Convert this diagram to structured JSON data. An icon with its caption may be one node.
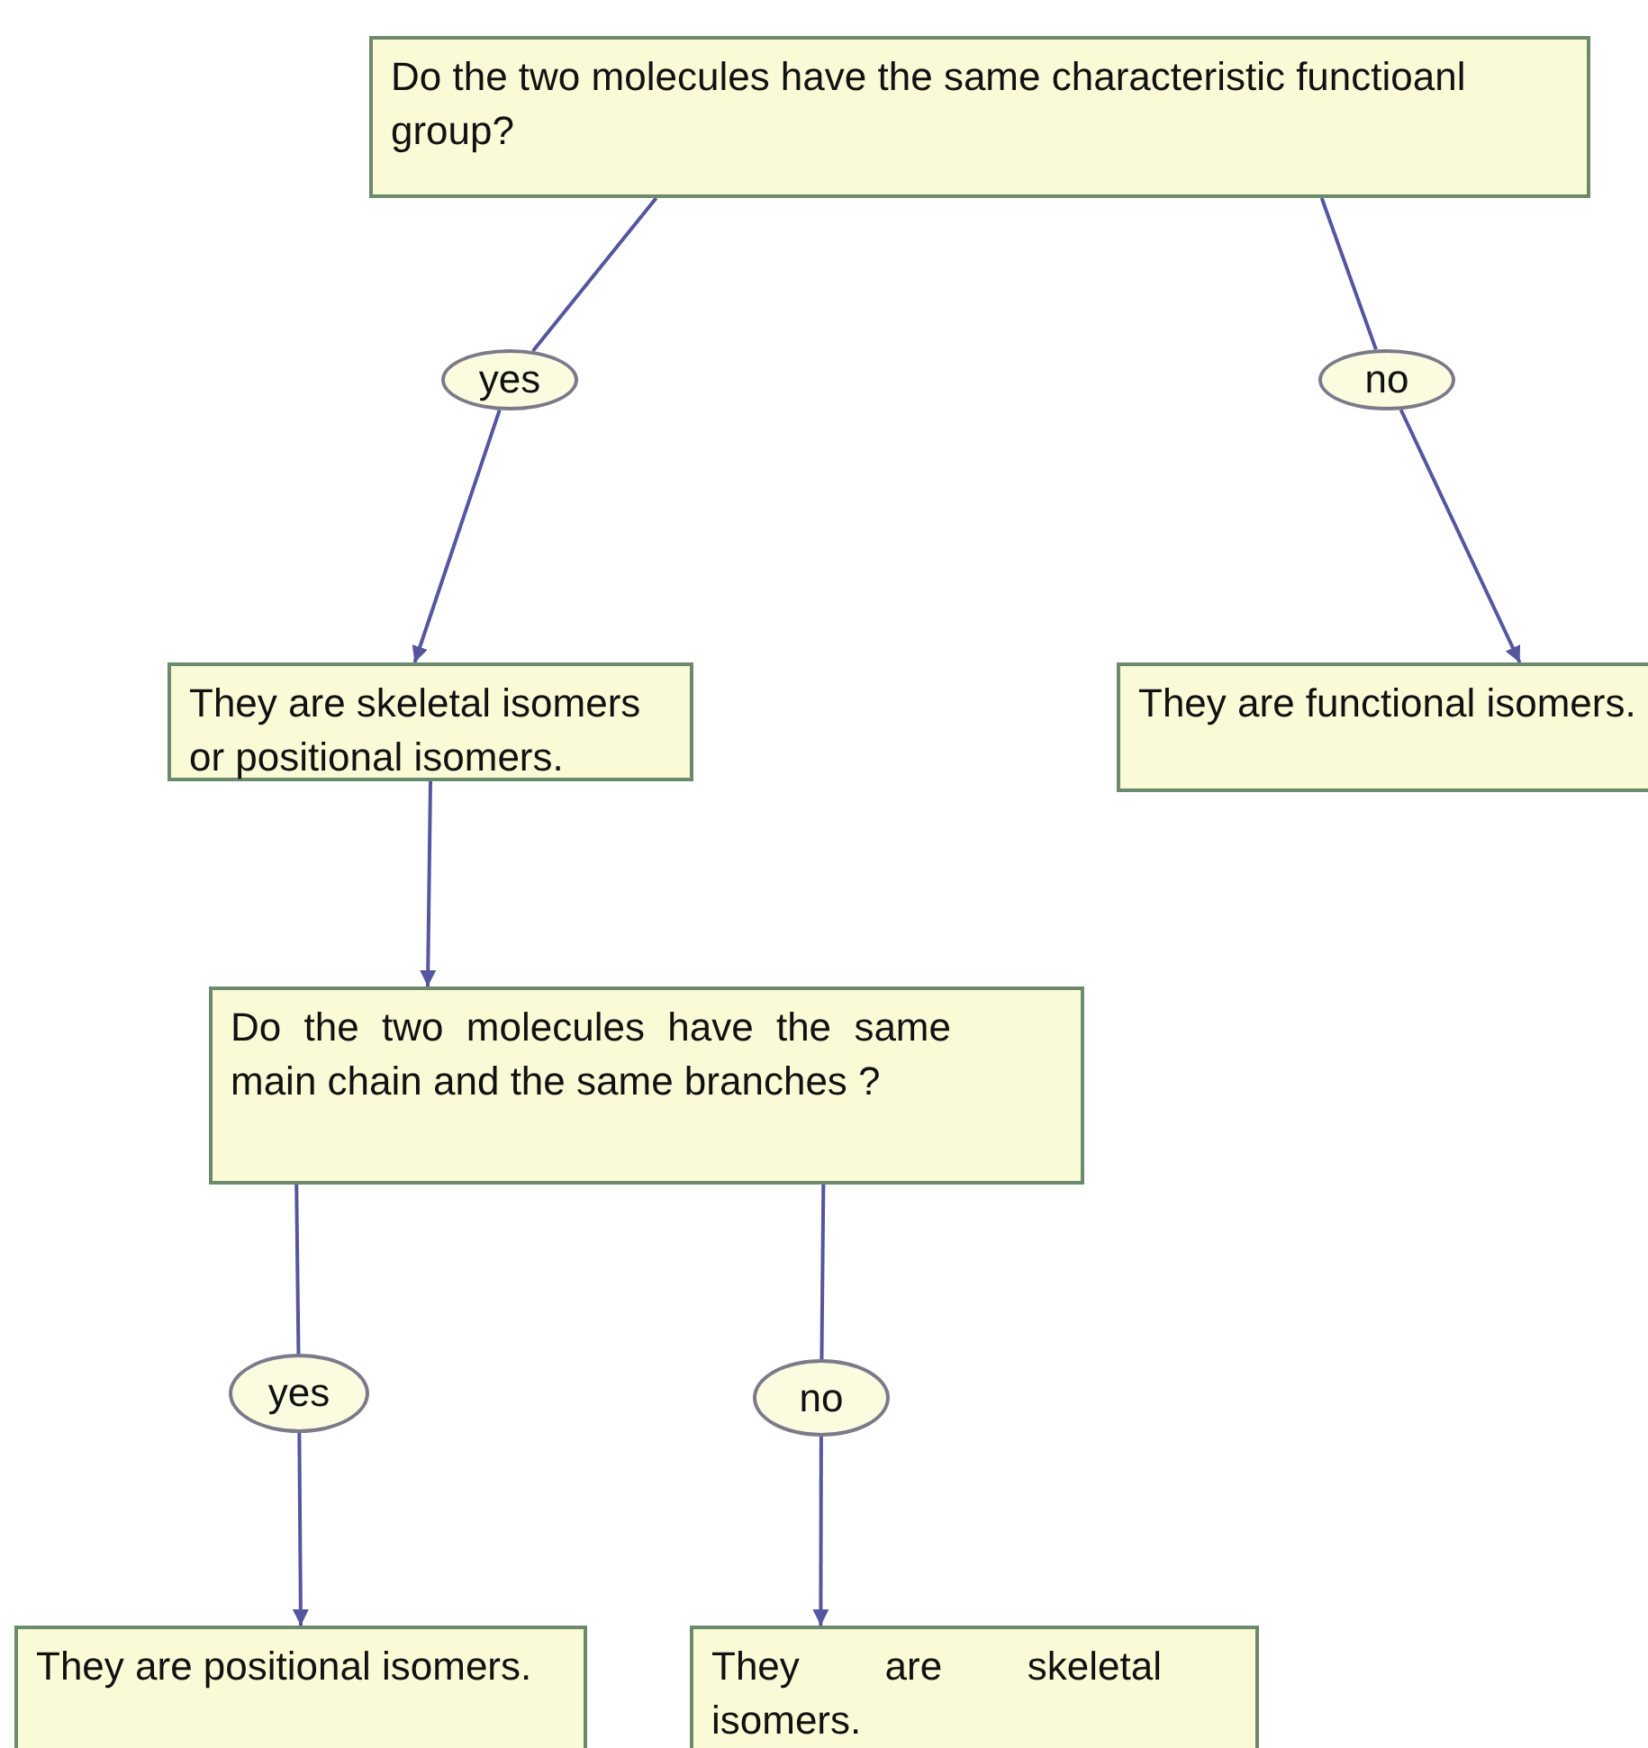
{
  "diagram": {
    "nodes": [
      {
        "text": [
          "Do the two molecules have the same characteristic functioanl group?"
        ]
      },
      {
        "text": [
          "yes"
        ]
      },
      {
        "text": [
          "no"
        ]
      },
      {
        "text": [
          "They are skeletal isomers or positional isomers."
        ]
      },
      {
        "text": [
          "They are functional isomers."
        ]
      },
      {
        "text": [
          "Do the two molecules have the same main chain and the same branches ?"
        ]
      },
      {
        "text": [
          "yes"
        ]
      },
      {
        "text": [
          "no"
        ]
      },
      {
        "text": [
          "They are positional isomers."
        ]
      },
      {
        "text": [
          "They are skeletal isomers."
        ]
      }
    ],
    "edges": [
      {
        "from": 0,
        "to": 1,
        "arrow": "none"
      },
      {
        "from": 1,
        "to": 3,
        "arrow": "to"
      },
      {
        "from": 0,
        "to": 2,
        "arrow": "none"
      },
      {
        "from": 2,
        "to": 4,
        "arrow": "to"
      },
      {
        "from": 3,
        "to": 5,
        "arrow": "to"
      },
      {
        "from": 5,
        "to": 6,
        "arrow": "none"
      },
      {
        "from": 6,
        "to": 8,
        "arrow": "to"
      },
      {
        "from": 5,
        "to": 7,
        "arrow": "none"
      },
      {
        "from": 7,
        "to": 9,
        "arrow": "to"
      }
    ]
  }
}
